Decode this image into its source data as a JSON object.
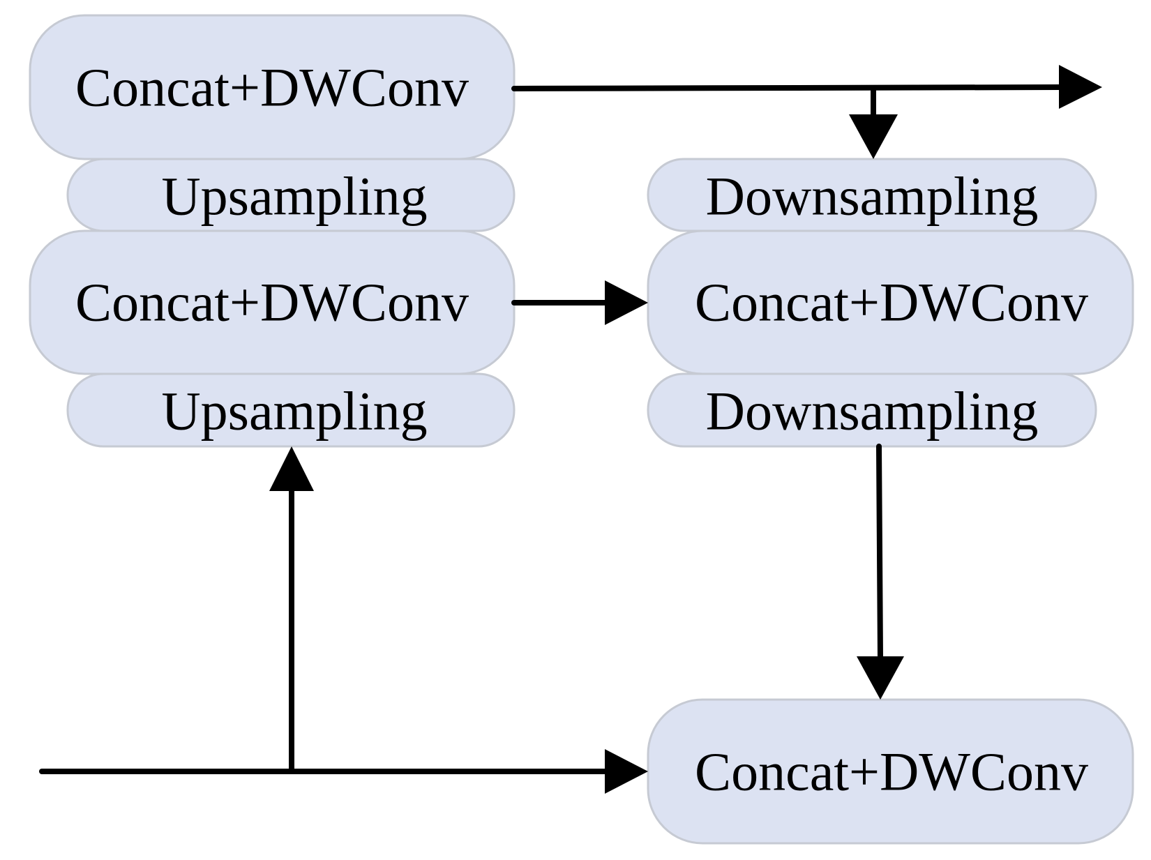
{
  "colors": {
    "box_fill": "#dce2f2",
    "box_stroke": "#c6cad3",
    "arrow": "#000000"
  },
  "nodes": [
    {
      "id": "concat-dwconv-top-left",
      "label": "Concat+DWConv"
    },
    {
      "id": "upsampling-upper",
      "label": "Upsampling"
    },
    {
      "id": "concat-dwconv-mid-left",
      "label": "Concat+DWConv"
    },
    {
      "id": "upsampling-lower",
      "label": "Upsampling"
    },
    {
      "id": "downsampling-upper",
      "label": "Downsampling"
    },
    {
      "id": "concat-dwconv-mid-right",
      "label": "Concat+DWConv"
    },
    {
      "id": "downsampling-lower",
      "label": "Downsampling"
    },
    {
      "id": "concat-dwconv-bottom-right",
      "label": "Concat+DWConv"
    }
  ],
  "edges": [
    {
      "from": "concat-dwconv-top-left",
      "to": "output",
      "label": ""
    },
    {
      "from": "concat-dwconv-top-left",
      "to": "downsampling-upper",
      "label": ""
    },
    {
      "from": "concat-dwconv-mid-left",
      "to": "concat-dwconv-mid-right",
      "label": ""
    },
    {
      "from": "downsampling-lower",
      "to": "concat-dwconv-bottom-right",
      "label": ""
    },
    {
      "from": "input",
      "to": "upsampling-lower",
      "label": ""
    },
    {
      "from": "input",
      "to": "concat-dwconv-bottom-right",
      "label": ""
    }
  ]
}
